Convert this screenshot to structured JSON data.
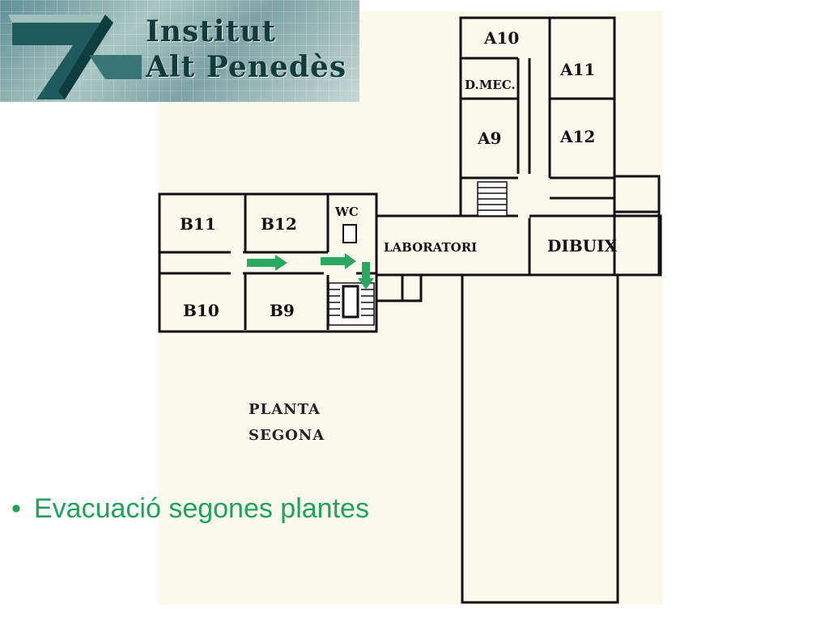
{
  "logo": {
    "line1": "Institut",
    "line2": "Alt Penedès"
  },
  "rooms": {
    "a10": "A10",
    "a11": "A11",
    "dmec": "D.MEC.",
    "a9": "A9",
    "a12": "A12",
    "b11": "B11",
    "b12": "B12",
    "wc": "WC",
    "b10": "B10",
    "b9": "B9",
    "lab": "LABORATORI",
    "dibuix": "DIBUIX"
  },
  "floor_caption": {
    "line1": "PLANTA",
    "line2": "SEGONA"
  },
  "bullet": {
    "symbol": "•",
    "text": "Evacuació segones plantes"
  },
  "colors": {
    "arrow": "#2aa760",
    "bullet_text": "#1fa35a"
  }
}
